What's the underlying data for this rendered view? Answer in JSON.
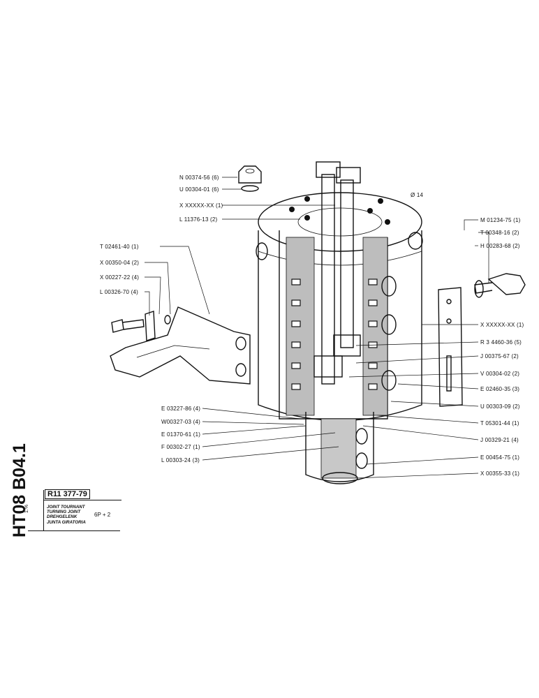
{
  "sheet": {
    "code": "HT08 B04.1",
    "scale": "1:%",
    "reference": "R11 377-79",
    "names": [
      "JOINT TOURNANT",
      "TURNING JOINT",
      "DREHGELENK",
      "JUNTA GIRATORIA"
    ],
    "model": "6P + 2",
    "diameter_note": "Ø 14"
  },
  "labels": {
    "n00374": "N 00374-56 (6)",
    "u00304": "U 00304-01 (6)",
    "xnote1": "X XXXXX-XX (1)",
    "l11376": "L 11376-13 (2)",
    "t02461": "T 02461-40 (1)",
    "x00350": "X 00350-04 (2)",
    "x00227": "X 00227-22 (4)",
    "l00326": "L 00326-70 (4)",
    "e03227": "E 03227-86 (4)",
    "w00327": "W00327-03 (4)",
    "e01370": "E 01370-61 (1)",
    "f00302": "F 00302-27 (1)",
    "l00303": "L 00303-24 (3)",
    "m01234": "M 01234-75 (1)",
    "t00348": "T 00348-16 (2)",
    "h00283": "H 00283-68 (2)",
    "xnote2": "X XXXXX-XX (1)",
    "r34460": "R 3 4460-36 (5)",
    "j00375": "J 00375-67 (2)",
    "v00304": "V 00304-02 (2)",
    "e02460": "E 02460-35 (3)",
    "u00303": "U 00303-09 (2)",
    "t05301": "T 05301-44 (1)",
    "j00329": "J 00329-21 (4)",
    "e00454": "E 00454-75 (1)",
    "x00355": "X 00355-33 (1)"
  }
}
